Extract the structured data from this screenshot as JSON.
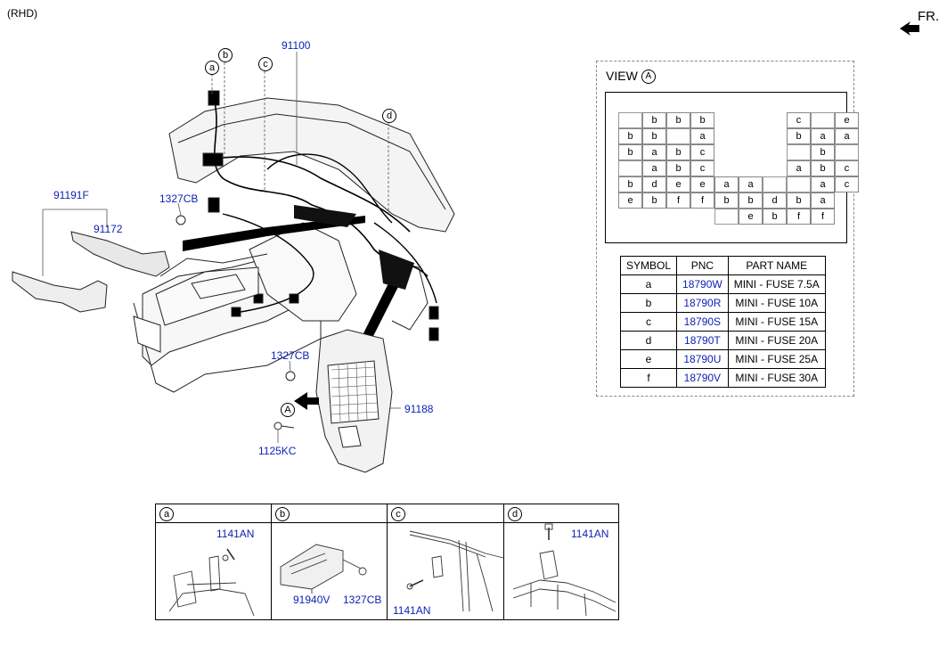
{
  "header": {
    "variant": "(RHD)",
    "direction": "FR."
  },
  "callouts": {
    "a": "a",
    "b": "b",
    "c": "c",
    "d": "d",
    "A": "A"
  },
  "parts": {
    "p91100": "91100",
    "p91191F": "91191F",
    "p91172": "91172",
    "p1327CB_top": "1327CB",
    "p1327CB_mid": "1327CB",
    "p91188": "91188",
    "p1125KC": "1125KC"
  },
  "view": {
    "title": "VIEW",
    "circle": "A",
    "fuse_rows": [
      [
        "",
        "b",
        "b",
        "b",
        null,
        null,
        null,
        "c",
        "",
        "e"
      ],
      [
        "b",
        "b",
        "",
        "a",
        null,
        null,
        null,
        "b",
        "a",
        "a"
      ],
      [
        "b",
        "a",
        "b",
        "c",
        null,
        null,
        null,
        "",
        "b",
        ""
      ],
      [
        "",
        "a",
        "b",
        "c",
        null,
        null,
        null,
        "a",
        "b",
        "c"
      ],
      [
        "b",
        "d",
        "e",
        "e",
        "a",
        "a",
        "",
        "",
        "a",
        "c"
      ],
      [
        "e",
        "b",
        "f",
        "f",
        "b",
        "b",
        "d",
        "b",
        "a"
      ],
      [
        null,
        null,
        null,
        null,
        "",
        "e",
        "b",
        "f",
        "f"
      ]
    ],
    "table": {
      "headers": [
        "SYMBOL",
        "PNC",
        "PART NAME"
      ],
      "rows": [
        [
          "a",
          "18790W",
          "MINI - FUSE 7.5A"
        ],
        [
          "b",
          "18790R",
          "MINI - FUSE 10A"
        ],
        [
          "c",
          "18790S",
          "MINI - FUSE 15A"
        ],
        [
          "d",
          "18790T",
          "MINI - FUSE 20A"
        ],
        [
          "e",
          "18790U",
          "MINI - FUSE 25A"
        ],
        [
          "f",
          "18790V",
          "MINI - FUSE 30A"
        ]
      ]
    }
  },
  "details": [
    {
      "key": "a",
      "labels": [
        "1141AN"
      ]
    },
    {
      "key": "b",
      "labels": [
        "91940V",
        "1327CB"
      ]
    },
    {
      "key": "c",
      "labels": [
        "1141AN"
      ]
    },
    {
      "key": "d",
      "labels": [
        "1141AN"
      ]
    }
  ]
}
